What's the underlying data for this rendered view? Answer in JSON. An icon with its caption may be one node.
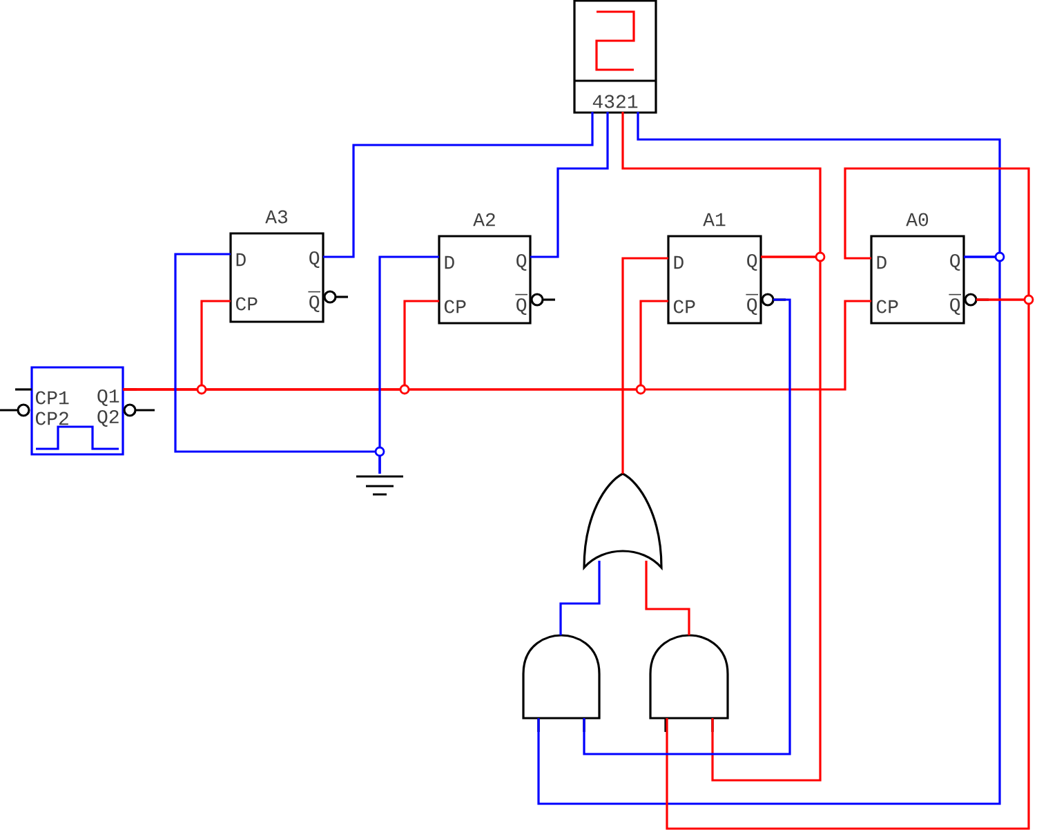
{
  "diagram": {
    "nodes": [
      {
        "text": [
          "4321"
        ]
      },
      {
        "text": [
          "A3",
          "D",
          "CP",
          "Q",
          "Q"
        ]
      },
      {
        "text": [
          "A2",
          "D",
          "CP",
          "Q",
          "Q"
        ]
      },
      {
        "text": [
          "A1",
          "D",
          "CP",
          "Q",
          "Q"
        ]
      },
      {
        "text": [
          "A0",
          "D",
          "CP",
          "Q",
          "Q"
        ]
      },
      {
        "text": [
          "CP1",
          "Q1",
          "CP2",
          "Q2"
        ]
      },
      {
        "text": [],
        "shape": "ground"
      },
      {
        "text": [],
        "shape": "or-gate"
      },
      {
        "text": [],
        "shape": "and-gate"
      },
      {
        "text": [],
        "shape": "and-gate"
      }
    ],
    "edges": [
      {
        "from": 5,
        "to": 1,
        "arrow": "none"
      },
      {
        "from": 5,
        "to": 2,
        "arrow": "none"
      },
      {
        "from": 5,
        "to": 3,
        "arrow": "none"
      },
      {
        "from": 5,
        "to": 4,
        "arrow": "none"
      },
      {
        "from": 1,
        "to": 0,
        "arrow": "none",
        "color": "#0000ff"
      },
      {
        "from": 2,
        "to": 0,
        "arrow": "none",
        "color": "#0000ff"
      },
      {
        "from": 3,
        "to": 0,
        "arrow": "none"
      },
      {
        "from": 3,
        "to": 9,
        "arrow": "none"
      },
      {
        "from": 4,
        "to": 0,
        "arrow": "none",
        "color": "#0000ff"
      },
      {
        "from": 4,
        "to": 8,
        "arrow": "none",
        "color": "#0000ff"
      },
      {
        "from": 4,
        "to": 4,
        "arrow": "none"
      },
      {
        "from": 4,
        "to": 9,
        "arrow": "none"
      },
      {
        "from": 3,
        "to": 8,
        "arrow": "none",
        "color": "#0000ff"
      },
      {
        "from": 8,
        "to": 7,
        "arrow": "none",
        "color": "#0000ff"
      },
      {
        "from": 9,
        "to": 7,
        "arrow": "none"
      },
      {
        "from": 7,
        "to": 3,
        "arrow": "none"
      },
      {
        "from": 1,
        "to": 6,
        "arrow": "none",
        "color": "#0000ff"
      },
      {
        "from": 2,
        "to": 6,
        "arrow": "none",
        "color": "#0000ff"
      }
    ]
  }
}
